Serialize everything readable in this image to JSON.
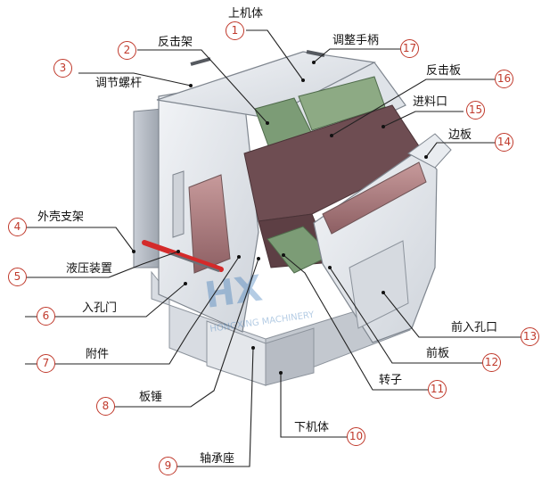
{
  "parts": [
    {
      "num": "1",
      "label": "上机体"
    },
    {
      "num": "2",
      "label": "反击架"
    },
    {
      "num": "3",
      "label": "调节螺杆"
    },
    {
      "num": "4",
      "label": "外壳支架"
    },
    {
      "num": "5",
      "label": "液压装置"
    },
    {
      "num": "6",
      "label": "入孔门"
    },
    {
      "num": "7",
      "label": "附件"
    },
    {
      "num": "8",
      "label": "板锤"
    },
    {
      "num": "9",
      "label": "轴承座"
    },
    {
      "num": "10",
      "label": "下机体"
    },
    {
      "num": "11",
      "label": "转子"
    },
    {
      "num": "12",
      "label": "前板"
    },
    {
      "num": "13",
      "label": "前入孔口"
    },
    {
      "num": "14",
      "label": "边板"
    },
    {
      "num": "15",
      "label": "进料口"
    },
    {
      "num": "16",
      "label": "反击板"
    },
    {
      "num": "17",
      "label": "调整手柄"
    }
  ],
  "colors": {
    "accent": "#c0392b",
    "steel": "#e6e9ee",
    "liner": "#b8888a",
    "rotor": "#7c9c76"
  }
}
